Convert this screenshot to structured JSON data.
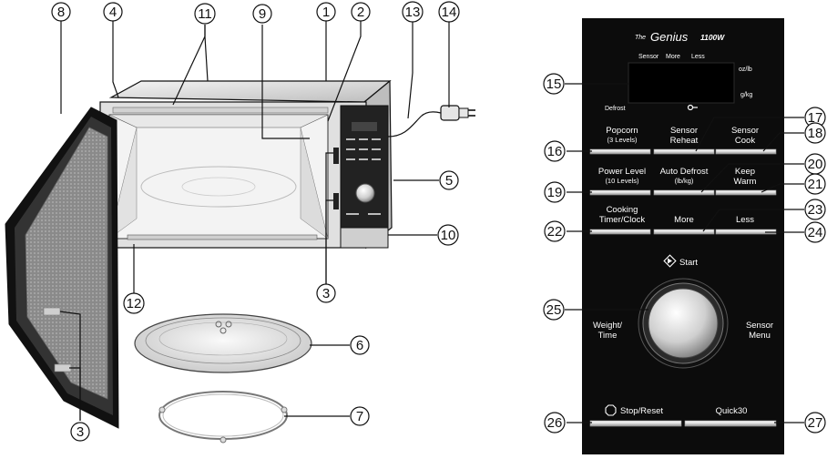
{
  "panel": {
    "brand_prefix": "The",
    "brand_name": "Genius",
    "model": "1100W",
    "display": {
      "top_labels": [
        "Sensor",
        "More",
        "Less"
      ],
      "unit_top": "oz/lb",
      "unit_bottom": "g/kg",
      "bottom_left": "Defrost"
    },
    "buttons": {
      "popcorn": {
        "line1": "Popcorn",
        "line2": "(3 Levels)"
      },
      "sensor_reheat": {
        "line1": "Sensor",
        "line2": "Reheat"
      },
      "sensor_cook": {
        "line1": "Sensor",
        "line2": "Cook"
      },
      "power_level": {
        "line1": "Power Level",
        "line2": "(10 Levels)"
      },
      "auto_defrost": {
        "line1": "Auto Defrost",
        "line2": "(lb/kg)"
      },
      "keep_warm": {
        "line1": "Keep",
        "line2": "Warm"
      },
      "cooking_timer": {
        "line1": "Cooking",
        "line2": "Timer/Clock"
      },
      "more": {
        "line1": "More"
      },
      "less": {
        "line1": "Less"
      },
      "start": {
        "label": "Start"
      },
      "stop_reset": {
        "label": "Stop/Reset"
      },
      "quick30": {
        "label": "Quick30"
      }
    },
    "dial": {
      "left_line1": "Weight/",
      "left_line2": "Time",
      "right_line1": "Sensor",
      "right_line2": "Menu"
    }
  },
  "callouts": {
    "n1": "1",
    "n2": "2",
    "n3": "3",
    "n4": "4",
    "n5": "5",
    "n6": "6",
    "n7": "7",
    "n8": "8",
    "n9": "9",
    "n10": "10",
    "n11": "11",
    "n12": "12",
    "n13": "13",
    "n14": "14",
    "n15": "15",
    "n16": "16",
    "n17": "17",
    "n18": "18",
    "n19": "19",
    "n20": "20",
    "n21": "21",
    "n22": "22",
    "n23": "23",
    "n24": "24",
    "n25": "25",
    "n26": "26",
    "n27": "27"
  },
  "colors": {
    "panel_bg": "#0c0c0c",
    "panel_text": "#ffffff",
    "line": "#111111",
    "oven_body": "#d9d9d9",
    "cavity": "#f2f2f2"
  }
}
